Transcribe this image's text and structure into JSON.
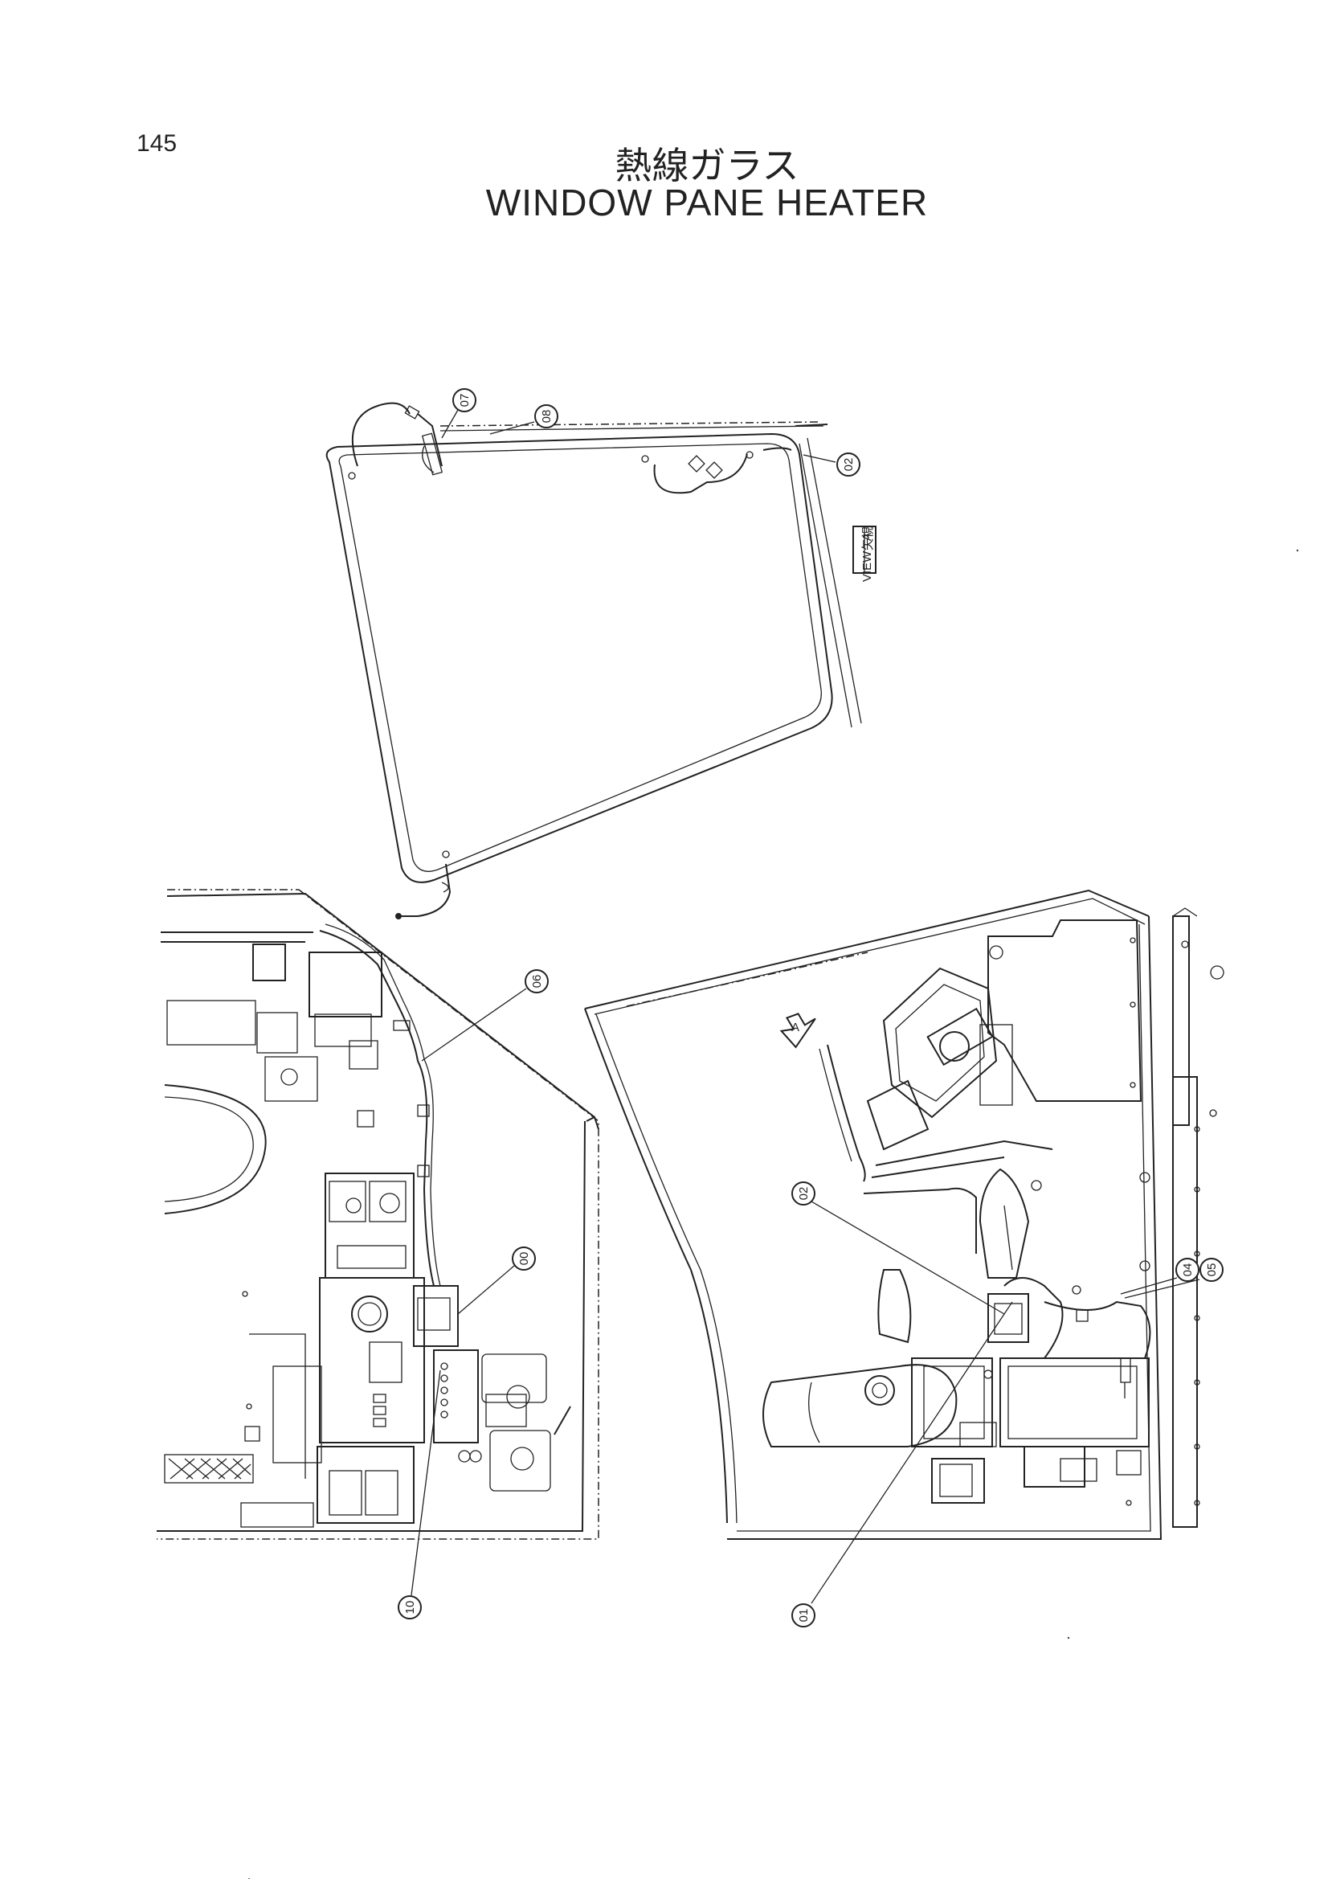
{
  "page": {
    "number": "145",
    "title_jp": "熱線ガラス",
    "title_en": "WINDOW PANE HEATER"
  },
  "view_label": {
    "jp": "矢視",
    "en": "VIEW",
    "letter": "A"
  },
  "callouts": {
    "c07": "07",
    "c08": "08",
    "c02_top": "02",
    "c06": "06",
    "c00": "00",
    "c10": "10",
    "c02_right": "02",
    "c04": "04",
    "c05": "05",
    "c01": "01"
  },
  "arrow_letter": "A"
}
